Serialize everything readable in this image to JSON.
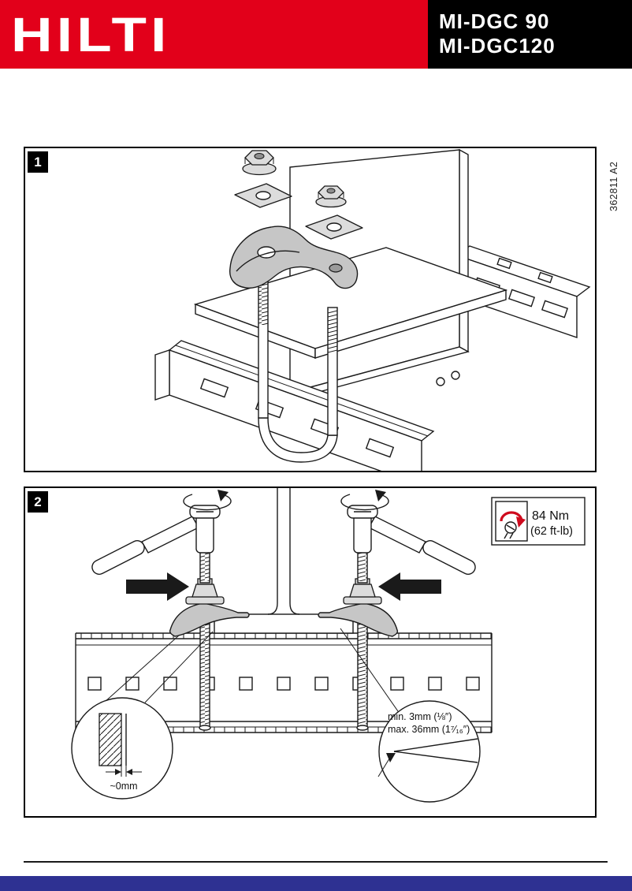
{
  "header": {
    "brand": "HILTI",
    "models": {
      "line1": "MI-DGC 90",
      "line2": "MI-DGC120"
    }
  },
  "side_label": "362811 A2",
  "figure1": {
    "number": "1"
  },
  "figure2": {
    "number": "2",
    "torque": {
      "value": "84 Nm",
      "alt": "(62 ft-lb)"
    },
    "details": {
      "left_gap": "~0mm",
      "right_min": "min. 3mm (⅛″)",
      "right_max": "max. 36mm (1⁷⁄₁₆″)"
    }
  },
  "colors": {
    "brand_red": "#e2001a",
    "footer_blue": "#2e3192",
    "line_black": "#1a1a1a"
  }
}
